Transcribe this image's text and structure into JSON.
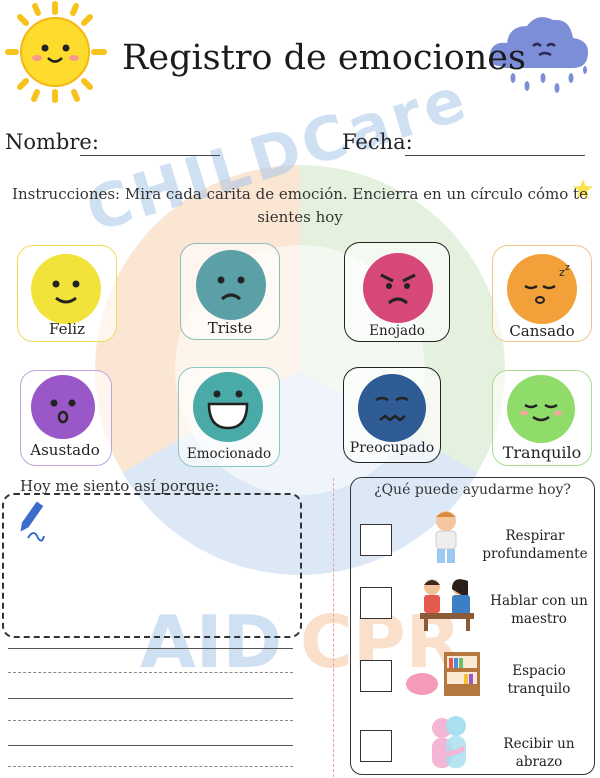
{
  "page": {
    "title": "Registro de emociones",
    "name_label": "Nombre:",
    "date_label": "Fecha:",
    "instructions": "Instrucciones: Mira cada carita de emoción. Encierra en un círculo cómo te sientes hoy"
  },
  "watermark": {
    "top": "CHILDCare",
    "bottom_left": "AID",
    "bottom_right": "CPR"
  },
  "emotions": [
    {
      "label": "Feliz",
      "color": "#f2e33a"
    },
    {
      "label": "Triste",
      "color": "#5b9fa7"
    },
    {
      "label": "Enojado",
      "color": "#d6477a"
    },
    {
      "label": "Cansado",
      "color": "#f2a13a"
    },
    {
      "label": "Asustado",
      "color": "#9a57c7"
    },
    {
      "label": "Emocionado",
      "color": "#49aaa8"
    },
    {
      "label": "Preocupado",
      "color": "#2f5c95"
    },
    {
      "label": "Tranquilo",
      "color": "#8fdc6a"
    }
  ],
  "reason": {
    "label": "Hoy me siento así porque:"
  },
  "help": {
    "title": "¿Qué puede ayudarme hoy?",
    "items": [
      {
        "label": "Respirar profundamente",
        "icon": "child-breathing-icon"
      },
      {
        "label": "Hablar con un maestro",
        "icon": "teacher-talk-icon"
      },
      {
        "label": "Espacio tranquilo",
        "icon": "quiet-space-icon"
      },
      {
        "label": "Recibir un abrazo",
        "icon": "hug-icon"
      }
    ]
  }
}
